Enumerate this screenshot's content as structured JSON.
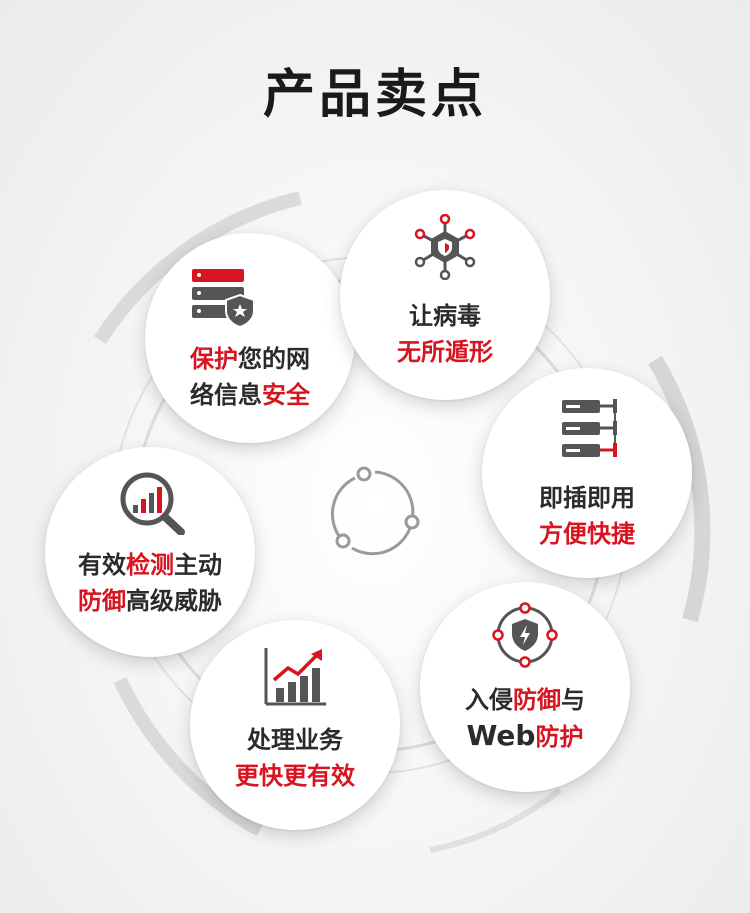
{
  "title": "产品卖点",
  "colors": {
    "accent": "#d7141f",
    "dark": "#333333",
    "ring": "#d5d5d5",
    "card": "#ffffff"
  },
  "features": [
    {
      "icon": "server-shield-icon",
      "line1": [
        {
          "text": "保护",
          "hl": true
        },
        {
          "text": "您的网",
          "hl": false
        }
      ],
      "line2": [
        {
          "text": "络信息",
          "hl": false
        },
        {
          "text": "安全",
          "hl": true
        }
      ]
    },
    {
      "icon": "virus-network-icon",
      "line1": [
        {
          "text": "让病毒",
          "hl": false
        }
      ],
      "line2": [
        {
          "text": "无所遁形",
          "hl": true
        }
      ]
    },
    {
      "icon": "rack-plug-icon",
      "line1": [
        {
          "text": "即插即用",
          "hl": false
        }
      ],
      "line2": [
        {
          "text": "方便快捷",
          "hl": true
        }
      ]
    },
    {
      "icon": "magnifier-chart-icon",
      "line1": [
        {
          "text": "有效",
          "hl": false
        },
        {
          "text": "检测",
          "hl": true
        },
        {
          "text": "主动",
          "hl": false
        }
      ],
      "line2": [
        {
          "text": "防御",
          "hl": true
        },
        {
          "text": "高级威胁",
          "hl": false
        }
      ]
    },
    {
      "icon": "growth-chart-icon",
      "line1": [
        {
          "text": "处理业务",
          "hl": false
        }
      ],
      "line2": [
        {
          "text": "更快更有效",
          "hl": true
        }
      ]
    },
    {
      "icon": "shield-lightning-icon",
      "line1": [
        {
          "text": "入侵",
          "hl": false
        },
        {
          "text": "防御",
          "hl": true
        },
        {
          "text": "与",
          "hl": false
        }
      ],
      "line2": [
        {
          "text": "Web",
          "hl": false
        },
        {
          "text": "防护",
          "hl": true
        }
      ]
    }
  ]
}
